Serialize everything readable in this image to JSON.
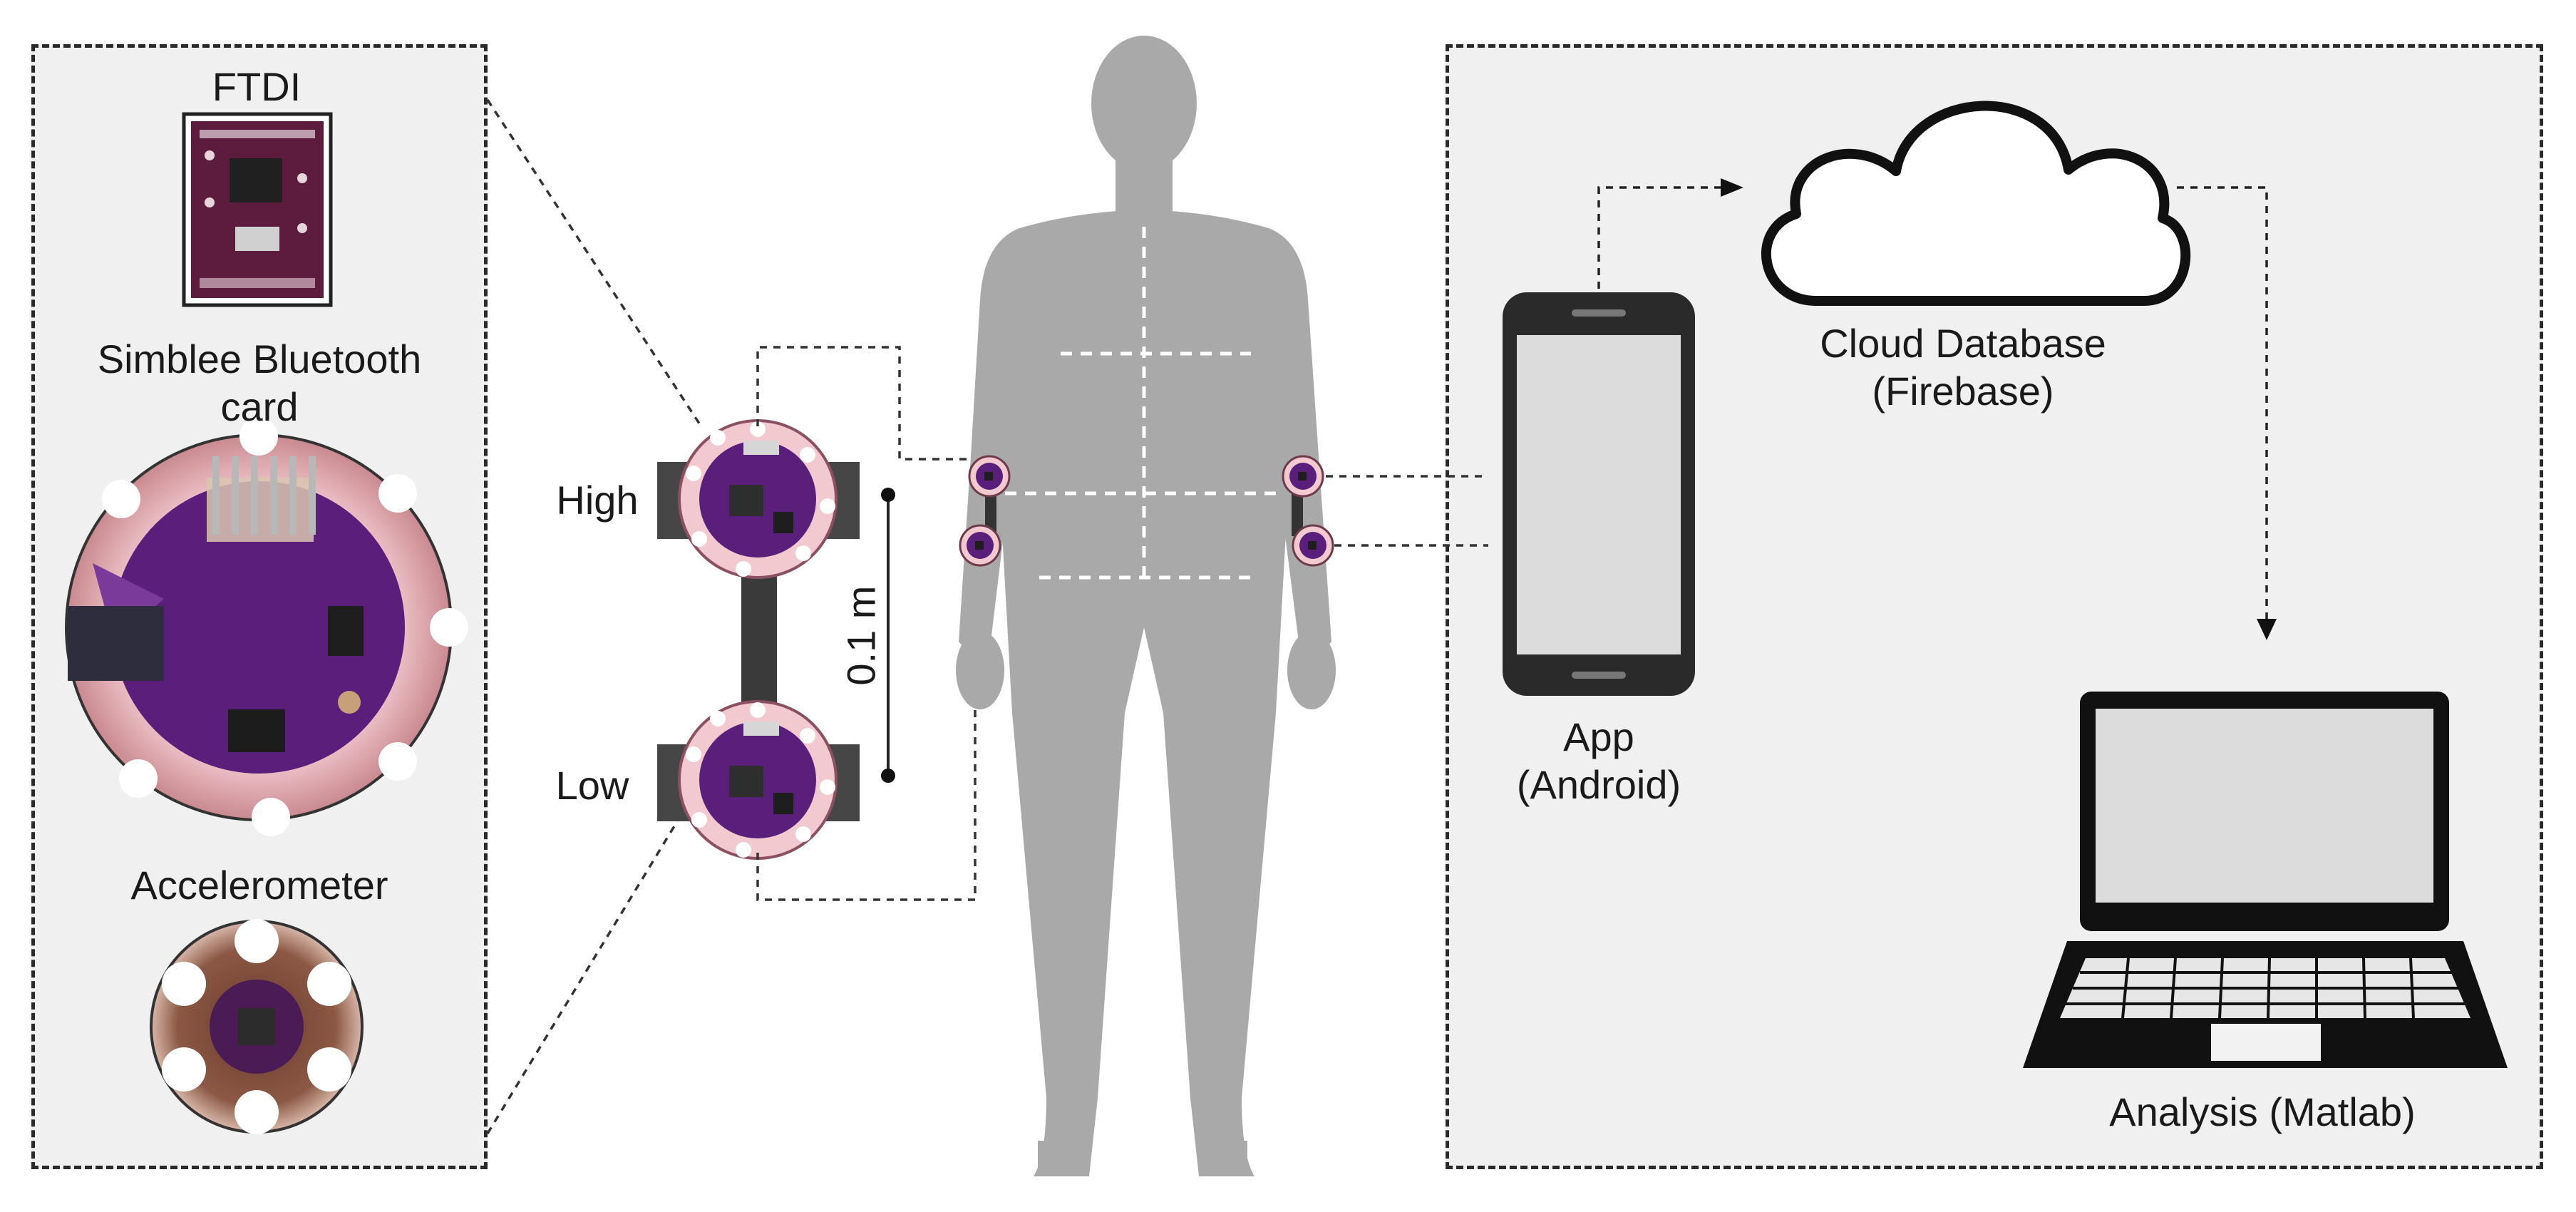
{
  "labels": {
    "ftdi": "FTDI",
    "simblee": "Simblee Bluetooth\ncard",
    "accelerometer": "Accelerometer",
    "high": "High",
    "low": "Low",
    "distance": "0.1 m",
    "app": "App\n(Android)",
    "cloud": "Cloud Database\n(Firebase)",
    "analysis": "Analysis (Matlab)"
  },
  "icons": {
    "ftdi_board": "ftdi-board-icon",
    "simblee_board": "simblee-board-icon",
    "accelerometer_board": "accelerometer-board-icon",
    "sensor_mount": "sensor-mount-icon",
    "human_body": "human-silhouette-icon",
    "phone": "smartphone-icon",
    "cloud": "cloud-icon",
    "laptop": "laptop-icon"
  },
  "colors": {
    "panel_fill": "#f0f0f0",
    "board_purple": "#5a1f7a",
    "board_pink": "#f1c9cf",
    "body_gray": "#a9a9a9"
  }
}
